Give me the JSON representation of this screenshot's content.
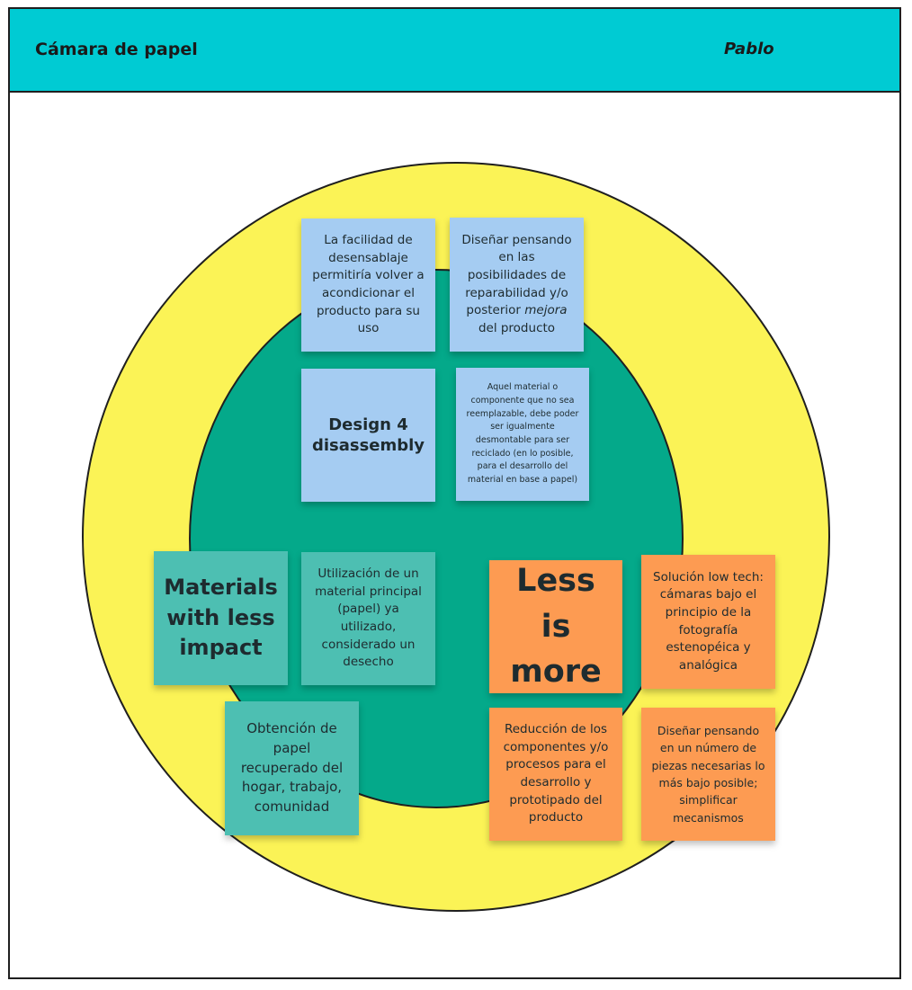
{
  "header": {
    "title": "Cámara de papel",
    "author": "Pablo"
  },
  "colors": {
    "header_bg": "#00cbd3",
    "outer_ring": "#fbf356",
    "inner_circle": "#04a98a",
    "note_blue": "#a5ccf2",
    "note_teal": "#4dbfb2",
    "note_orange": "#fd9b52"
  },
  "notes": {
    "desensamblaje": {
      "lines": [
        "La facilidad de",
        "desensablaje",
        "permitiría volver a",
        "acondicionar el",
        "producto para su",
        "uso"
      ]
    },
    "reparabilidad": {
      "lines": [
        "Diseñar pensando",
        "en las",
        "posibilidades de",
        "reparabilidad y/o",
        "posterior"
      ],
      "emphasis": "mejora",
      "tail": "del producto"
    },
    "design4": {
      "lines": [
        "Design 4",
        "disassembly"
      ]
    },
    "aquel_material": {
      "lines": [
        "Aquel material o",
        "componente que no sea",
        "reemplazable, debe poder",
        "ser igualmente",
        "desmontable para ser",
        "reciclado (en lo posible,",
        "para el desarrollo del",
        "material en base a papel)"
      ]
    },
    "materials": {
      "lines": [
        "Materials",
        "with less",
        "impact"
      ]
    },
    "utilizacion": {
      "lines": [
        "Utilización de un",
        "material principal",
        "(papel) ya",
        "utilizado,",
        "considerado un",
        "desecho"
      ]
    },
    "obtencion": {
      "lines": [
        "Obtención de",
        "papel",
        "recuperado del",
        "hogar, trabajo,",
        "comunidad"
      ]
    },
    "less_is_more": {
      "lines": [
        "Less is",
        "more"
      ]
    },
    "solucion": {
      "lines": [
        "Solución low tech:",
        "cámaras bajo el",
        "principio de la",
        "fotografía",
        "estenopéica y",
        "analógica"
      ]
    },
    "reduccion": {
      "lines": [
        "Reducción de los",
        "componentes y/o",
        "procesos para el",
        "desarrollo y",
        "prototipado del",
        "producto"
      ]
    },
    "disenar_piezas": {
      "lines": [
        "Diseñar pensando",
        "en un número de",
        "piezas necesarias lo",
        "más bajo posible;",
        "simplificar",
        "mecanismos"
      ]
    }
  }
}
